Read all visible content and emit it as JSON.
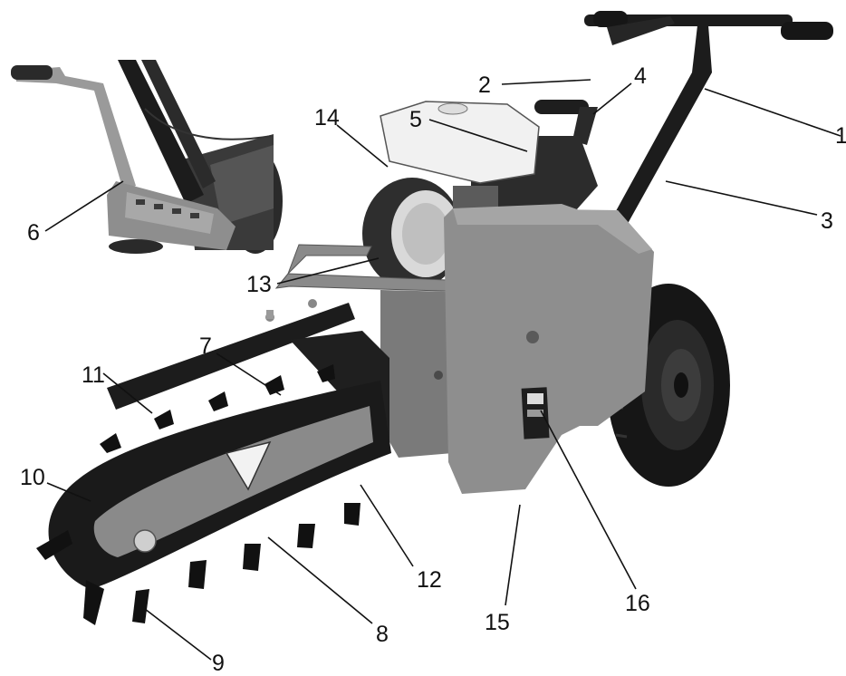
{
  "callouts": {
    "c1": "1",
    "c2": "2",
    "c3": "3",
    "c4": "4",
    "c5": "5",
    "c6": "6",
    "c7": "7",
    "c8": "8",
    "c9": "9",
    "c10": "10",
    "c11": "11",
    "c12": "12",
    "c13": "13",
    "c14": "14",
    "c15": "15",
    "c16": "16"
  },
  "colors": {
    "body_gray": "#8e8e8e",
    "body_dark": "#6f6f6f",
    "frame_black": "#1c1c1c",
    "tank_white": "#f1f1f1",
    "tire_black": "#161616",
    "line_black": "#111111"
  }
}
